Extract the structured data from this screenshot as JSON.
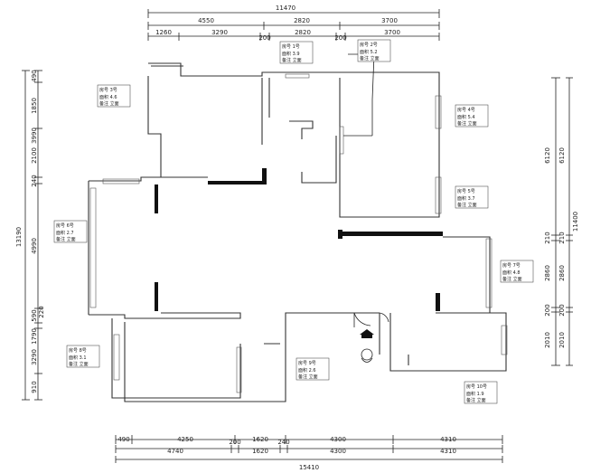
{
  "dimensions": {
    "top_total": "11470",
    "top_mid": [
      "4550",
      "2820",
      "3700"
    ],
    "top_detail": [
      "1260",
      "3290",
      "200",
      "2820",
      "200",
      "3700"
    ],
    "left_outer": [
      "490",
      "1850",
      "3990",
      "2100",
      "240",
      "4990",
      "590",
      "220",
      "1790",
      "3290",
      "910"
    ],
    "left_total": "13190",
    "right_outer": [
      "6120",
      "210",
      "2860",
      "200",
      "2010"
    ],
    "right_inner": [
      "6120",
      "210",
      "2860",
      "200",
      "2010"
    ],
    "right_total": "11400",
    "bottom_row1": [
      "490",
      "4250",
      "1620",
      "4300",
      "4310"
    ],
    "bottom_row2": [
      "4740",
      "200",
      "1620",
      "240",
      "4300",
      "4310"
    ],
    "bottom_total": "15410"
  },
  "room_tags": [
    [
      "房号 1号",
      "面积 3.9",
      "备注 立面"
    ],
    [
      "房号 2号",
      "面积 5.2",
      "备注 立面"
    ],
    [
      "房号 3号",
      "面积 4.6",
      "备注 立面"
    ],
    [
      "房号 4号",
      "面积 5.4",
      "备注 立面"
    ],
    [
      "房号 5号",
      "面积 3.7",
      "备注 立面"
    ],
    [
      "房号 6号",
      "面积 2.7",
      "备注 立面"
    ],
    [
      "房号 7号",
      "面积 4.8",
      "备注 立面"
    ],
    [
      "房号 8号",
      "面积 3.1",
      "备注 立面"
    ],
    [
      "房号 9号",
      "面积 2.6",
      "备注 立面"
    ],
    [
      "房号 10号",
      "面积 1.9",
      "备注 立面"
    ]
  ]
}
